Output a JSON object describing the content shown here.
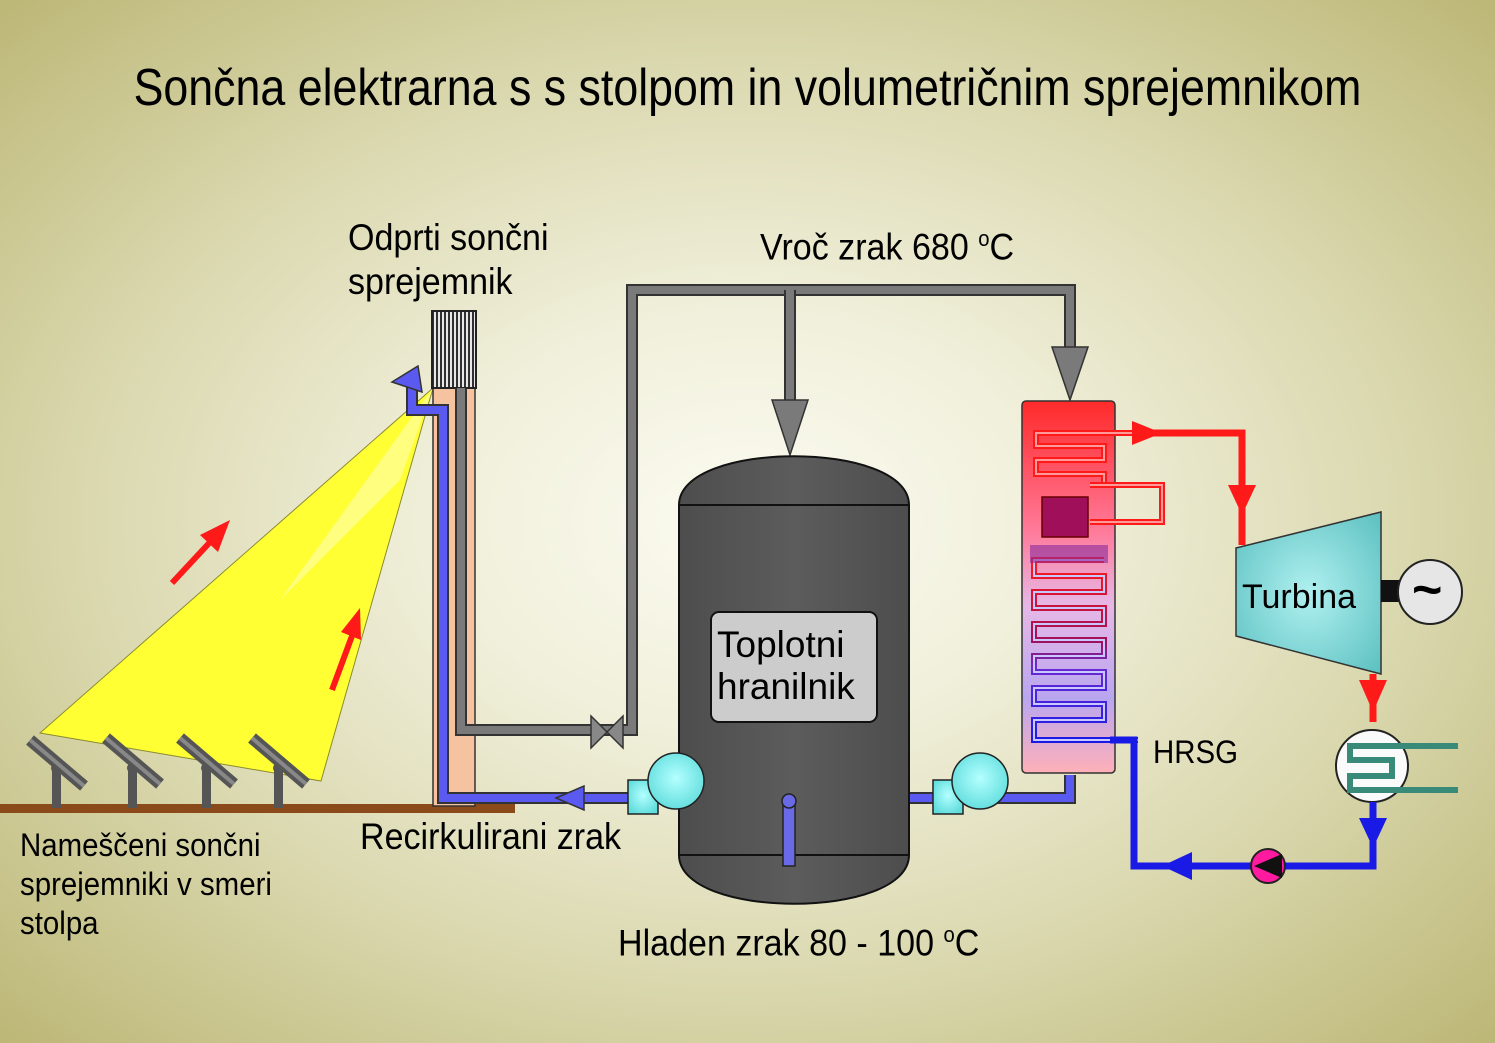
{
  "title": "Sončna elektrarna s s stolpom in volumetričnim sprejemnikom",
  "labels": {
    "receiver_line1": "Odprti sončni",
    "receiver_line2": "sprejemnik",
    "hot_air": "Vroč zrak 680 ",
    "hot_air_sup": "o",
    "hot_air_unit": "C",
    "cold_air": "Hladen zrak 80 - 100 ",
    "cold_air_sup": "o",
    "cold_air_unit": "C",
    "recirculated_air": "Recirkulirani zrak",
    "hrsg": "HRSG",
    "heliostats_line1": "Nameščeni sončni",
    "heliostats_line2": "sprejemniki v smeri",
    "heliostats_line3": "stolpa",
    "storage_line1": "Toplotni",
    "storage_line2": "hranilnik",
    "turbine": "Turbina",
    "generator_symbol": "~"
  },
  "colors": {
    "hot_air_pipe": "#7a7a7a",
    "cold_air_pipe": "#4a4ae0",
    "steam_pipe": "#ff1a1a",
    "water_pipe": "#1a1ae6",
    "sunbeam": "#ffff33",
    "fan": "#7fffff",
    "storage_tank": "#555555",
    "turbine": "#8ee0e0",
    "ground": "#8a4a1a"
  }
}
